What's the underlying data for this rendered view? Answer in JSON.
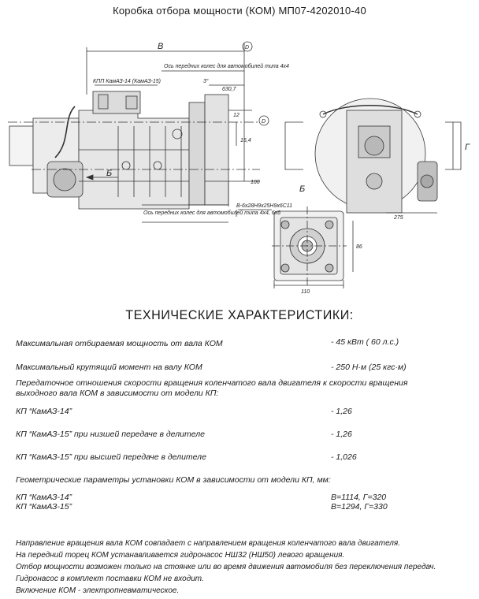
{
  "title": "Коробка отбора мощности (КОМ) МП07-4202010-40",
  "drawing": {
    "label_b_dim": "В",
    "label_phi": "D",
    "label_axis_front": "Ось передних колес для автомобилей типа 4х4",
    "label_kpp": "КПП КамАЗ-14 (КамАЗ-15)",
    "label_3": "3°",
    "label_630": "630,7",
    "label_12": "12",
    "label_154": "15,4",
    "label_b_view_arrow": "Б",
    "label_100": "100",
    "label_axis_rear": "Ось передних колес для автомобилей типа 4х4, 6х6",
    "label_g": "Г",
    "label_275": "275",
    "label_view_b": "Б",
    "label_spline": "В-6х28Н9х25Н9х6С11",
    "label_86": "86",
    "label_110": "110"
  },
  "heading": "ТЕХНИЧЕСКИЕ ХАРАКТЕРИСТИКИ:",
  "specs": {
    "power_label": "Максимальная отбираемая мощность от вала КОМ",
    "power_value": "- 45 кВт ( 60 л.с.)",
    "torque_label": "Максимальный крутящий момент на валу КОМ",
    "torque_value": "- 250 Н·м (25 кгс·м)",
    "ratio_intro_1": "Передаточное отношения скорости вращения коленчатого вала двигателя к скорости вращения",
    "ratio_intro_2": "выходного вала КОМ в зависимости от модели КП:",
    "kp14_label": "КП “КамАЗ-14”",
    "kp14_value": "- 1,26",
    "kp15_low_label": "КП “КамАЗ-15” при низшей передаче в делителе",
    "kp15_low_value": "- 1,26",
    "kp15_high_label": "КП “КамАЗ-15” при высшей передаче в делителе",
    "kp15_high_value": "- 1,026",
    "geom_intro": "Геометрические параметры установки КОМ в зависимости от модели КП, мм:",
    "geom14_label": "КП “КамАЗ-14”",
    "geom14_value": "В=1114, Г=320",
    "geom15_label": "КП “КамАЗ-15”",
    "geom15_value": "В=1294, Г=330"
  },
  "notes": [
    "Направление вращения вала КОМ совпадает с направлением вращения коленчатого вала двигателя.",
    "На передний торец КОМ устанавливается гидронасос НШ32 (НШ50) левого вращения.",
    "Отбор мощности возможен только на стоянке или во время движения автомобиля без переключения передач.",
    "Гидронасос в комплект поставки КОМ не входит.",
    "Включение КОМ - электропневматическое."
  ]
}
